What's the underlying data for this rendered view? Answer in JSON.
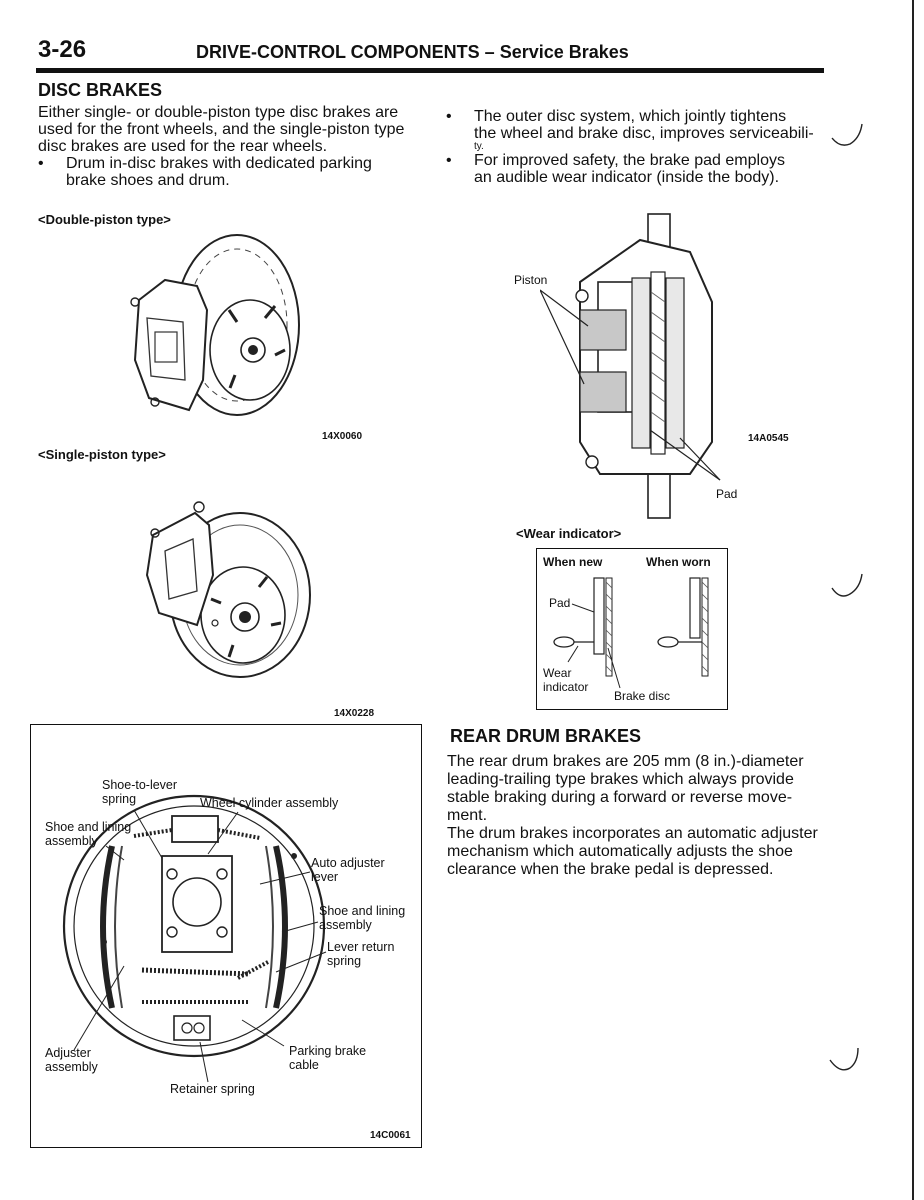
{
  "header": {
    "page_number": "3-26",
    "title": "DRIVE-CONTROL COMPONENTS – Service Brakes"
  },
  "disc_brakes": {
    "heading": "DISC BRAKES",
    "intro_lines": [
      "Either single- or double-piston type disc brakes are",
      "used for the front wheels, and the single-piston type",
      "disc brakes are used for the rear wheels."
    ],
    "bullet_drum_in_disc": [
      "Drum in-disc brakes with dedicated parking",
      "brake shoes and drum."
    ],
    "bullet_outer_disc": [
      "The outer disc system, which jointly tightens",
      "the wheel and brake disc, improves serviceabili-",
      "ty."
    ],
    "bullet_wear_indicator": [
      "For improved safety, the brake pad employs",
      "an audible wear indicator (inside the body)."
    ]
  },
  "figures": {
    "double_piston": {
      "caption": "<Double-piston type>",
      "id": "14X0060"
    },
    "single_piston": {
      "caption": "<Single-piston type>",
      "id": "14X0228"
    },
    "caliper": {
      "id": "14A0545",
      "label_piston": "Piston",
      "label_pad": "Pad"
    },
    "wear_indicator": {
      "caption": "<Wear indicator>",
      "col_new": "When new",
      "col_worn": "When worn",
      "label_pad": "Pad",
      "label_indicator": "Wear indicator",
      "label_disc": "Brake disc"
    },
    "drum": {
      "id": "14C0061",
      "labels": {
        "shoe_to_lever_spring": "Shoe-to-lever spring",
        "wheel_cylinder": "Wheel cylinder assembly",
        "shoe_lining_left": "Shoe and lining assembly",
        "auto_adjuster": "Auto adjuster lever",
        "shoe_lining_right": "Shoe and lining assembly",
        "lever_return": "Lever return spring",
        "adjuster": "Adjuster assembly",
        "parking_cable": "Parking brake cable",
        "retainer": "Retainer spring"
      }
    }
  },
  "rear_drum": {
    "heading": "REAR DRUM BRAKES",
    "p1_lines": [
      "The rear drum brakes are 205 mm (8 in.)-diameter",
      "leading-trailing type brakes which always provide",
      "stable braking during a forward or reverse move-",
      "ment."
    ],
    "p2_lines": [
      "The drum brakes incorporates an automatic adjuster",
      "mechanism which automatically adjusts the shoe",
      "clearance when the brake pedal is depressed."
    ]
  }
}
